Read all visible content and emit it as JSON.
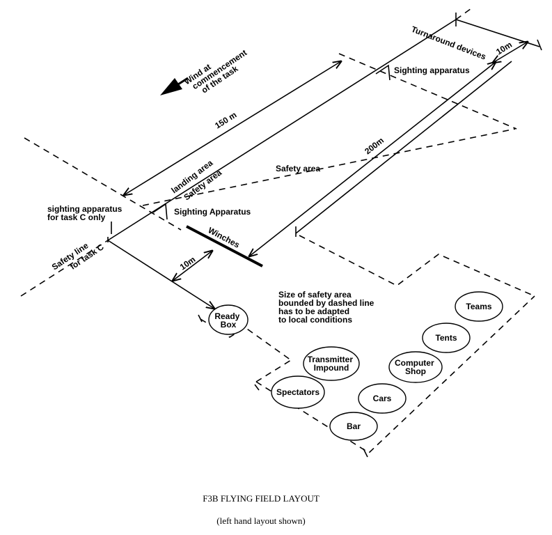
{
  "wind_label": [
    "Wind at",
    "commencement",
    "of the task"
  ],
  "dim_150": "150 m",
  "dim_200": "200m",
  "dim_10_top": "10m",
  "dim_10_left": "10m",
  "turnaround": "Turnaround devices",
  "sighting_top": "Sighting apparatus",
  "sighting_left": "Sighting Apparatus",
  "sighting_task_c": [
    "sighting apparatus",
    "for task C only"
  ],
  "landing_area": "landing area",
  "safety_area_1": "Safety area",
  "safety_area_2": "Safety area",
  "safety_line": [
    "Safety line",
    "for task C"
  ],
  "winches": "Winches",
  "safety_note": [
    "Size of safety area",
    "bounded by dashed line",
    "has to be adapted",
    "to local conditions"
  ],
  "ready_box": [
    "Ready",
    "Box"
  ],
  "transmitter": [
    "Transmitter",
    "Impound"
  ],
  "computer_shop": [
    "Computer",
    "Shop"
  ],
  "teams": "Teams",
  "tents": "Tents",
  "spectators": "Spectators",
  "cars": "Cars",
  "bar": "Bar",
  "caption_title": "F3B FLYING FIELD LAYOUT",
  "caption_sub": "(left hand layout shown)"
}
